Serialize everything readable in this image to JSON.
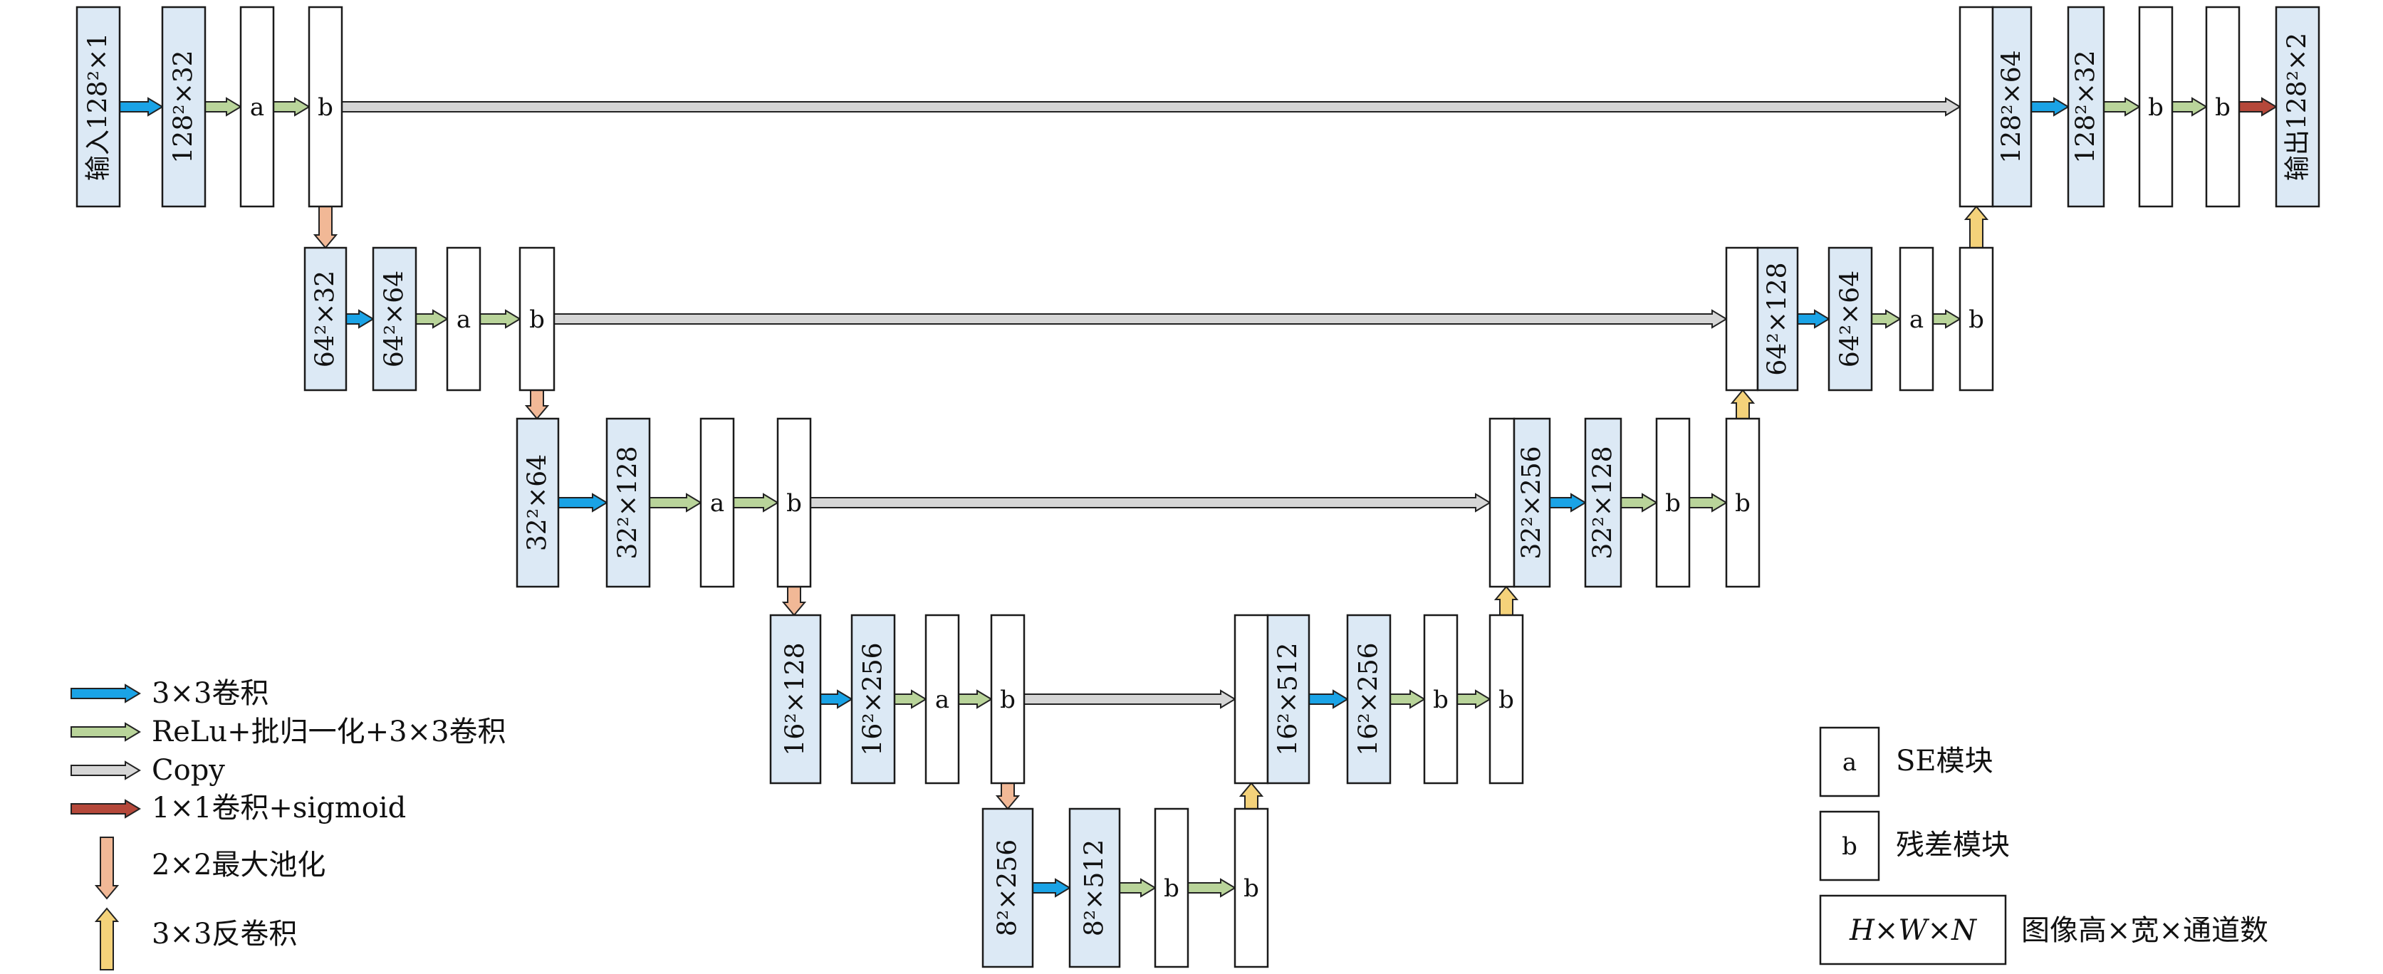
{
  "colors": {
    "conv3": "#1aa3e6",
    "relu_bn_conv": "#b9d49a",
    "copy": "#d6d6d6",
    "conv1_sigmoid": "#b5483a",
    "maxpool": "#f1b896",
    "deconv": "#f4d27a",
    "box_fill": "#dce9f5"
  },
  "blocks": {
    "input": "输入128²×1",
    "r1_conv": "128²×32",
    "r2_pool": "64²×32",
    "r2_conv": "64²×64",
    "r3_pool": "32²×64",
    "r3_conv": "32²×128",
    "r4_pool": "16²×128",
    "r4_conv": "16²×256",
    "r5_pool": "8²×256",
    "r5_conv": "8²×512",
    "u4_cat": "16²×512",
    "u4_conv": "16²×256",
    "u3_cat": "32²×256",
    "u3_conv": "32²×128",
    "u2_cat": "64²×128",
    "u2_conv": "64²×64",
    "u1_cat": "128²×64",
    "u1_conv": "128²×32",
    "output": "输出128²×2",
    "a": "a",
    "b": "b"
  },
  "legend": {
    "conv3": "3×3卷积",
    "relu": "ReLu+批归一化+3×3卷积",
    "copy": "Copy",
    "conv1": "1×1卷积+sigmoid",
    "pool": "2×2最大池化",
    "deconv": "3×3反卷积",
    "se_box": "a",
    "se_label": "SE模块",
    "res_box": "b",
    "res_label": "残差模块",
    "hwn_box": "H×W×N",
    "hwn_label": "图像高×宽×通道数"
  }
}
